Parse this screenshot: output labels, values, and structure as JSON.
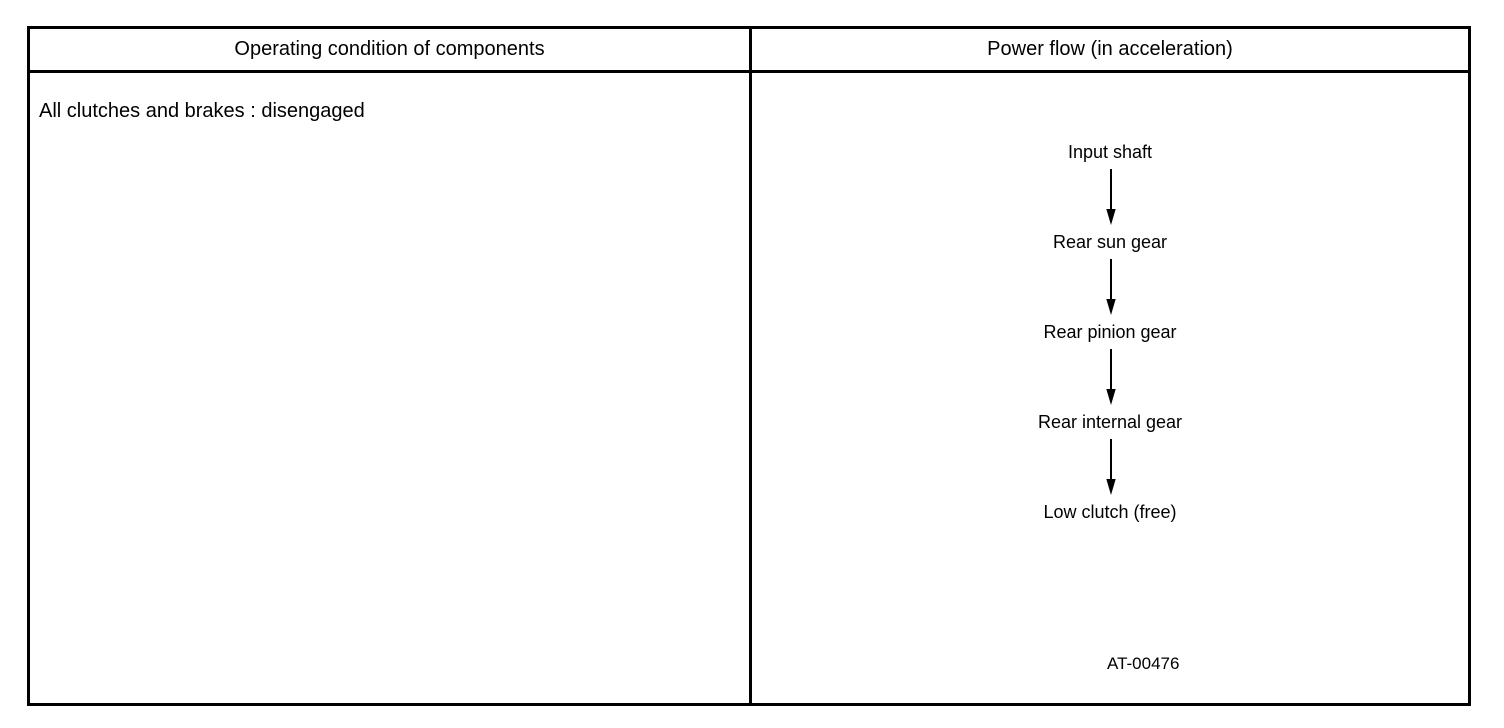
{
  "table": {
    "headers": {
      "left": "Operating condition of components",
      "right": "Power flow (in acceleration)"
    },
    "left_cell": {
      "condition": "All clutches and brakes : disengaged"
    },
    "right_cell": {
      "reference_code": "AT-00476",
      "flow": {
        "type": "vertical-flow",
        "arrow_icon": "down-arrow-icon",
        "nodes": [
          "Input shaft",
          "Rear sun gear",
          "Rear pinion gear",
          "Rear internal gear",
          "Low clutch (free)"
        ]
      }
    }
  },
  "colors": {
    "border": "#000000",
    "text": "#000000",
    "background": "#ffffff"
  }
}
